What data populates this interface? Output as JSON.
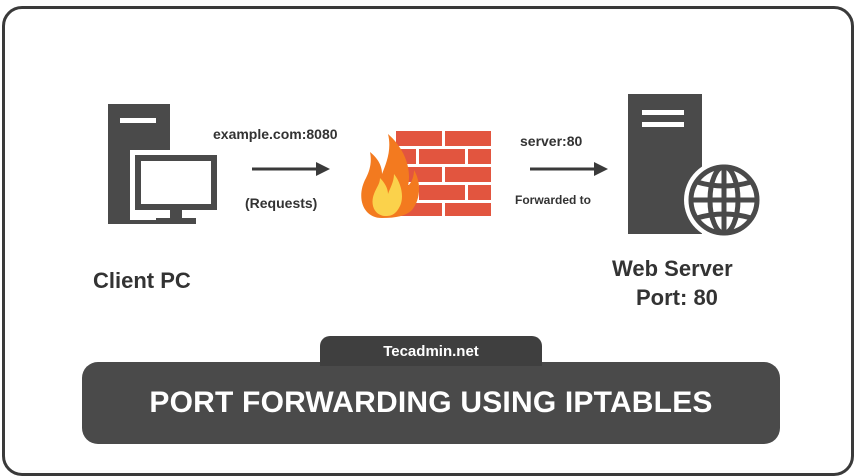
{
  "diagram": {
    "client": {
      "label": "Client PC",
      "icon": "desktop-pc-icon"
    },
    "request_arrow": {
      "top_label": "example.com:8080",
      "bottom_label": "(Requests)"
    },
    "firewall": {
      "icon": "firewall-icon"
    },
    "forward_arrow": {
      "top_label": "server:80",
      "bottom_label": "Forwarded to"
    },
    "server": {
      "label_line1": "Web Server",
      "label_line2": "Port: 80",
      "icon": "web-server-globe-icon"
    }
  },
  "footer": {
    "site": "Tecadmin.net",
    "title": "PORT FORWARDING USING IPTABLES"
  },
  "colors": {
    "icon_dark": "#4a4a4a",
    "brick": "#e2553f",
    "flame_outer": "#f37a1f",
    "flame_inner": "#fbd24b",
    "banner": "#4a4a4a"
  }
}
